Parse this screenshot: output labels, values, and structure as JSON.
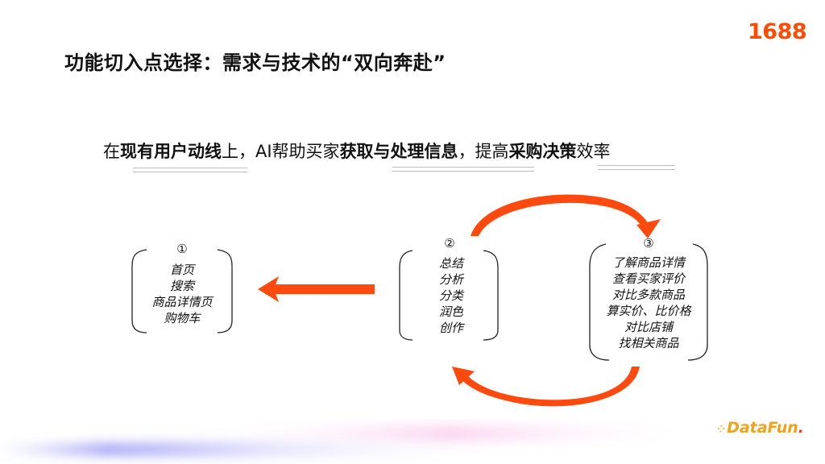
{
  "header": {
    "title": "功能切入点选择：需求与技术的“双向奔赴”",
    "logo": "1688"
  },
  "subtitle": {
    "parts": [
      "在",
      "现有用户动线",
      "上，AI帮助买家",
      "获取与处理信息",
      "，提高",
      "采购决策",
      "效率"
    ]
  },
  "diagram": {
    "nodes": [
      {
        "number": "①",
        "items": [
          "首页",
          "搜索",
          "商品详情页",
          "购物车"
        ]
      },
      {
        "number": "②",
        "items": [
          "总结",
          "分析",
          "分类",
          "润色",
          "创作"
        ]
      },
      {
        "number": "③",
        "items": [
          "了解商品详情",
          "查看买家评价",
          "对比多款商品",
          "算实价、比价格",
          "对比店铺",
          "找相关商品"
        ]
      }
    ],
    "arrow_color": "#ff4a0f"
  },
  "footer": {
    "brand": "DataFun",
    "brand_dot": "."
  }
}
